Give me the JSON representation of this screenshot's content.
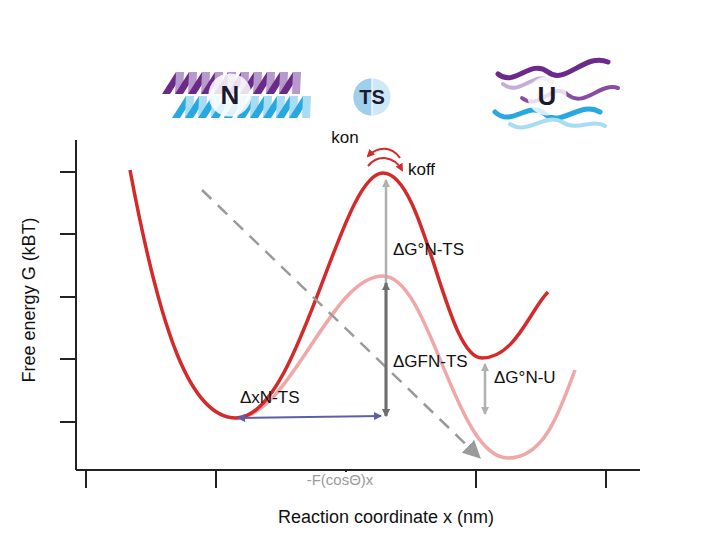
{
  "diagram": {
    "nodes": [
      {
        "text": [
          "N"
        ]
      },
      {
        "text": [
          "TS"
        ]
      },
      {
        "text": [
          "U"
        ]
      }
    ],
    "labels": [
      "kon",
      "koff",
      "ΔG°N-TS",
      "ΔGFN-TS",
      "ΔG°N-U",
      "ΔxN-TS",
      "-F(cosΘ)x",
      "Free energy G (kBT)",
      "Reaction coordinate x (nm)"
    ]
  }
}
